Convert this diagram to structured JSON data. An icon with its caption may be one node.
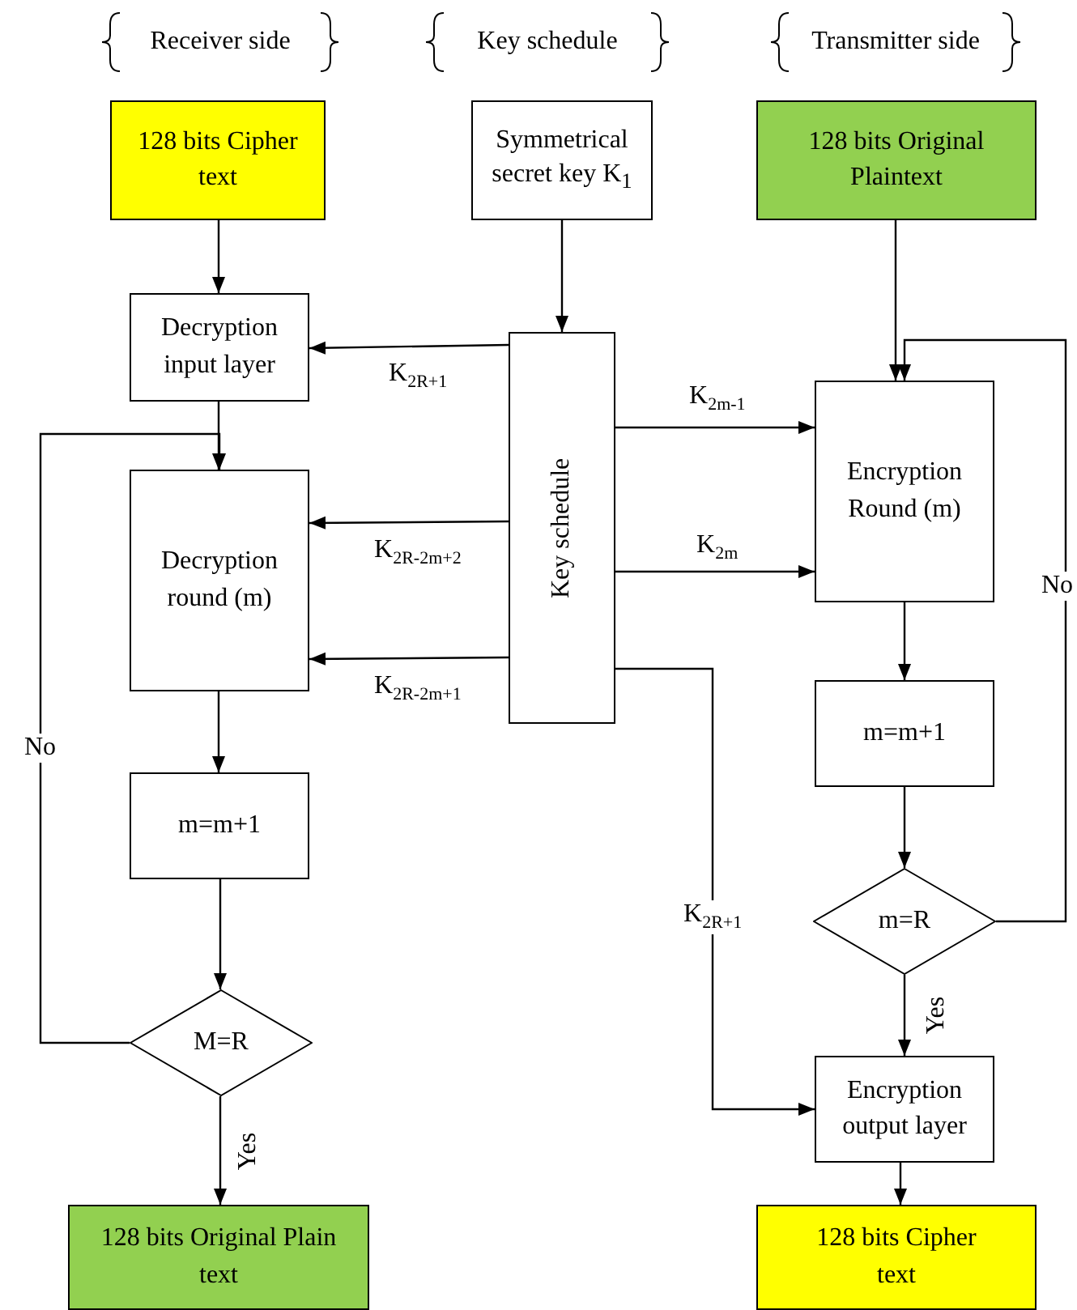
{
  "diagram": {
    "nodes": [
      {
        "text": [
          "128 bits Cipher text"
        ]
      },
      {
        "text": [
          "Symmetrical secret key K$_{1}$"
        ]
      },
      {
        "text": [
          "128 bits Original Plaintext"
        ]
      },
      {
        "text": [
          "Decryption input layer"
        ]
      },
      {
        "text": [
          "Key schedule"
        ]
      },
      {
        "text": [
          "Encryption Round (m)"
        ]
      },
      {
        "text": [
          "Decryption round (m)"
        ]
      },
      {
        "text": [
          "m=m+1"
        ]
      },
      {
        "text": [
          "m=m+1"
        ]
      },
      {
        "text": [
          "m=R"
        ]
      },
      {
        "text": [
          "M=R"
        ]
      },
      {
        "text": [
          "Encryption output layer"
        ]
      },
      {
        "text": [
          "128 bits Original Plain text"
        ]
      },
      {
        "text": [
          "128 bits Cipher text"
        ]
      }
    ],
    "edges": [
      {
        "from": 0,
        "to": 3,
        "arrow": "to"
      },
      {
        "from": 1,
        "to": 4,
        "arrow": "to"
      },
      {
        "from": 2,
        "to": 5,
        "arrow": "to"
      },
      {
        "from": 4,
        "to": 3,
        "arrow": "to",
        "label": "K$_{2R+1}$"
      },
      {
        "from": 3,
        "to": 6,
        "arrow": "to"
      },
      {
        "from": 10,
        "to": 6,
        "arrow": "to",
        "label": "No"
      },
      {
        "from": 4,
        "to": 6,
        "arrow": "to",
        "label": "K$_{2R-2m+2}$"
      },
      {
        "from": 4,
        "to": 6,
        "arrow": "to",
        "label": "K$_{2R-2m+1}$"
      },
      {
        "from": 4,
        "to": 5,
        "arrow": "to",
        "label": "K$_{2m-1}$"
      },
      {
        "from": 4,
        "to": 5,
        "arrow": "to",
        "label": "K$_{2m}$"
      },
      {
        "from": 5,
        "to": 8,
        "arrow": "to"
      },
      {
        "from": 8,
        "to": 9,
        "arrow": "to"
      },
      {
        "from": 9,
        "to": 5,
        "arrow": "to",
        "label": "No"
      },
      {
        "from": 4,
        "to": 11,
        "arrow": "to",
        "label": "K$_{2R+1}$"
      },
      {
        "from": 9,
        "to": 11,
        "arrow": "to",
        "label": "Yes"
      },
      {
        "from": 6,
        "to": 7,
        "arrow": "to"
      },
      {
        "from": 7,
        "to": 10,
        "arrow": "to"
      },
      {
        "from": 10,
        "to": 12,
        "arrow": "to",
        "label": "Yes"
      },
      {
        "from": 11,
        "to": 13,
        "arrow": "to"
      }
    ],
    "labels": [
      "Receiver side",
      "Key schedule",
      "Transmitter side"
    ]
  }
}
